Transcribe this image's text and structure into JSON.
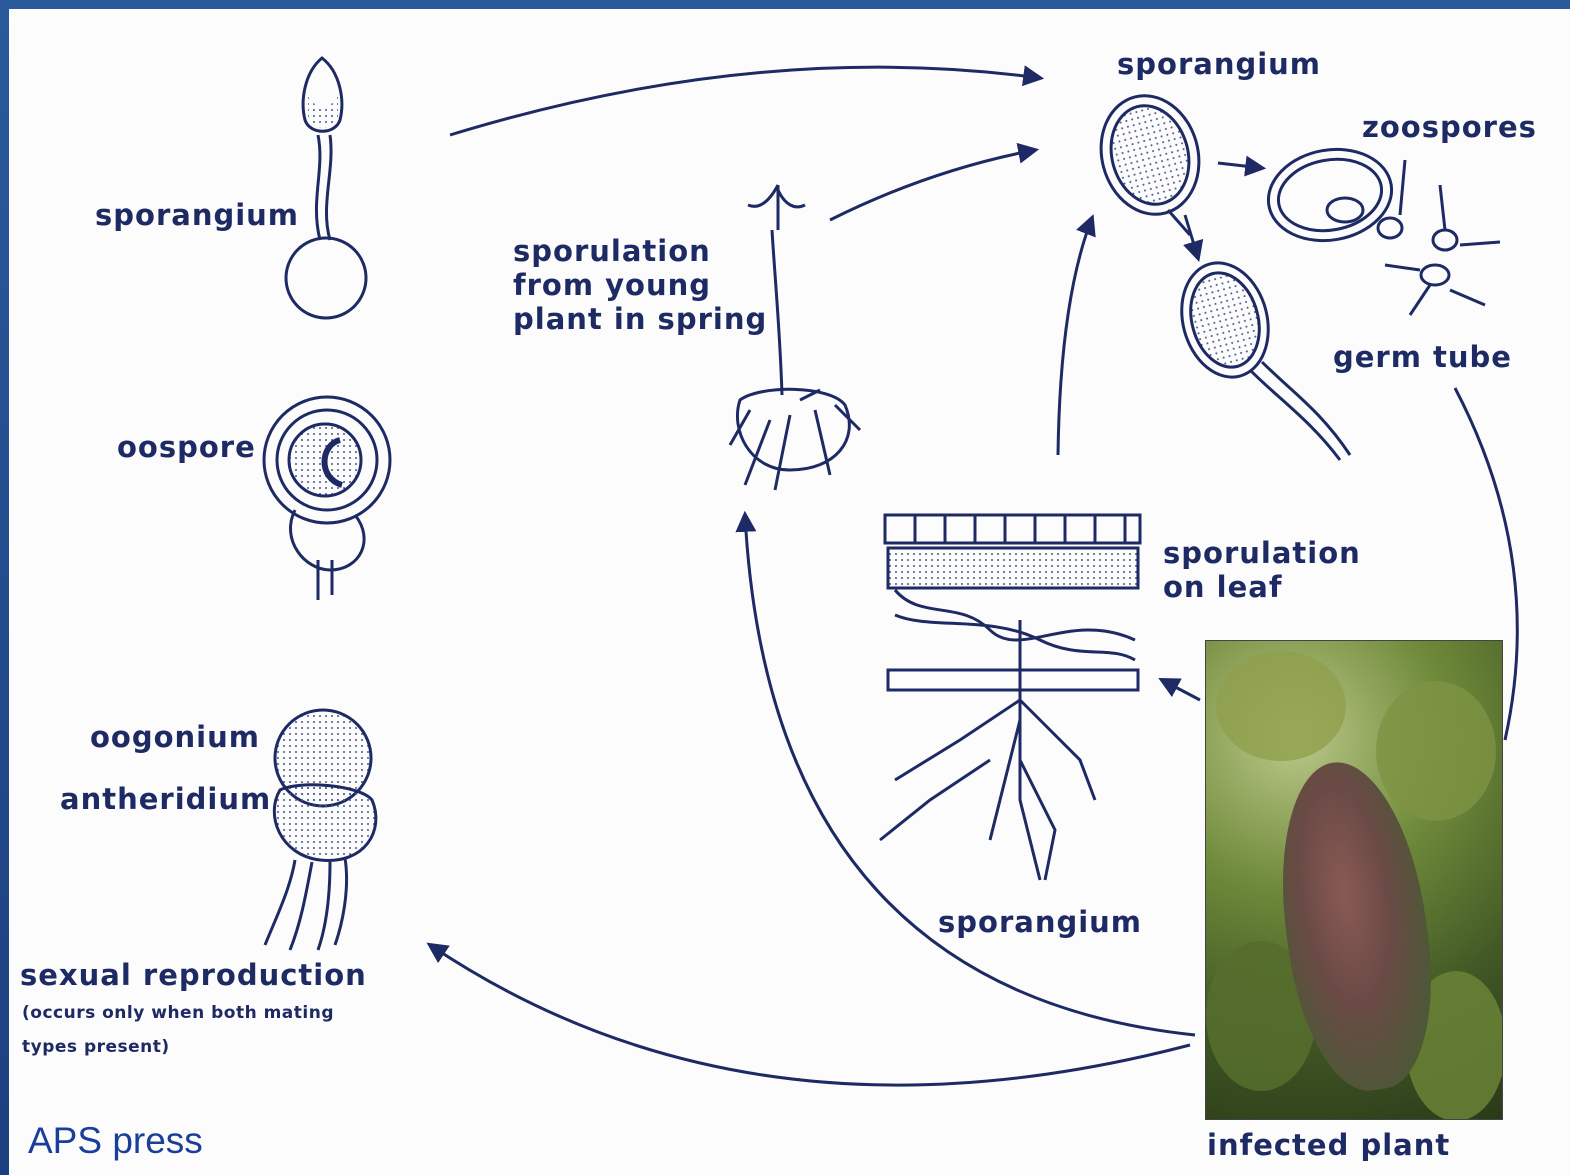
{
  "diagram": {
    "labels": {
      "sporangium_left": "sporangium",
      "oospore": "oospore",
      "oogonium": "oogonium",
      "antheridium": "antheridium",
      "sexual_reproduction": "sexual reproduction",
      "sexual_note": "(occurs only when both mating\ntypes present)",
      "sporulation_young": "sporulation\nfrom young\nplant in spring",
      "sporangium_top": "sporangium",
      "zoospores": "zoospores",
      "germ_tube": "germ tube",
      "sporulation_leaf": "sporulation\non leaf",
      "sporangium_bottom": "sporangium",
      "infected_plant": "infected plant"
    },
    "credit": "APS press",
    "colors": {
      "ink": "#1d2a63",
      "frame": "#2a5a9a",
      "credit": "#1a3f98"
    }
  }
}
